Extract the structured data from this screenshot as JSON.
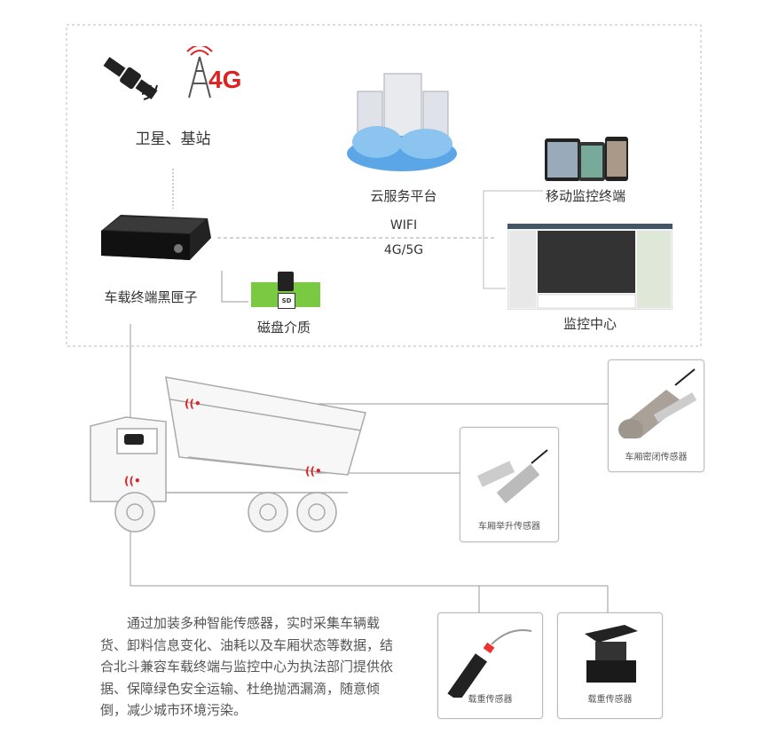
{
  "top": {
    "satellite_label": "卫星、基站",
    "base_station_badge": "4G",
    "cloud_label": "云服务平台",
    "link_wifi": "WIFI",
    "link_cellular": "4G/5G",
    "mobile_label": "移动监控终端",
    "monitor_label": "监控中心",
    "device_label": "车载终端黑匣子",
    "disk_label": "磁盘介质",
    "disk_badge": "SD"
  },
  "sensors": [
    {
      "label": "车厢密闭传感器"
    },
    {
      "label": "车厢举升传感器"
    },
    {
      "label": "载重传感器"
    },
    {
      "label": "载重传感器"
    }
  ],
  "description": "通过加装多种智能传感器，实时采集车辆载货、卸料信息变化、油耗以及车厢状态等数据，结合北斗兼容车载终端与监控中心为执法部门提供依据、保障绿色安全运输、杜绝抛洒漏滴，随意倾倒，减少城市环境污染。",
  "colors": {
    "line": "#999999",
    "signal": "#dd2222",
    "disk_green": "#7ac943",
    "text": "#555555"
  }
}
